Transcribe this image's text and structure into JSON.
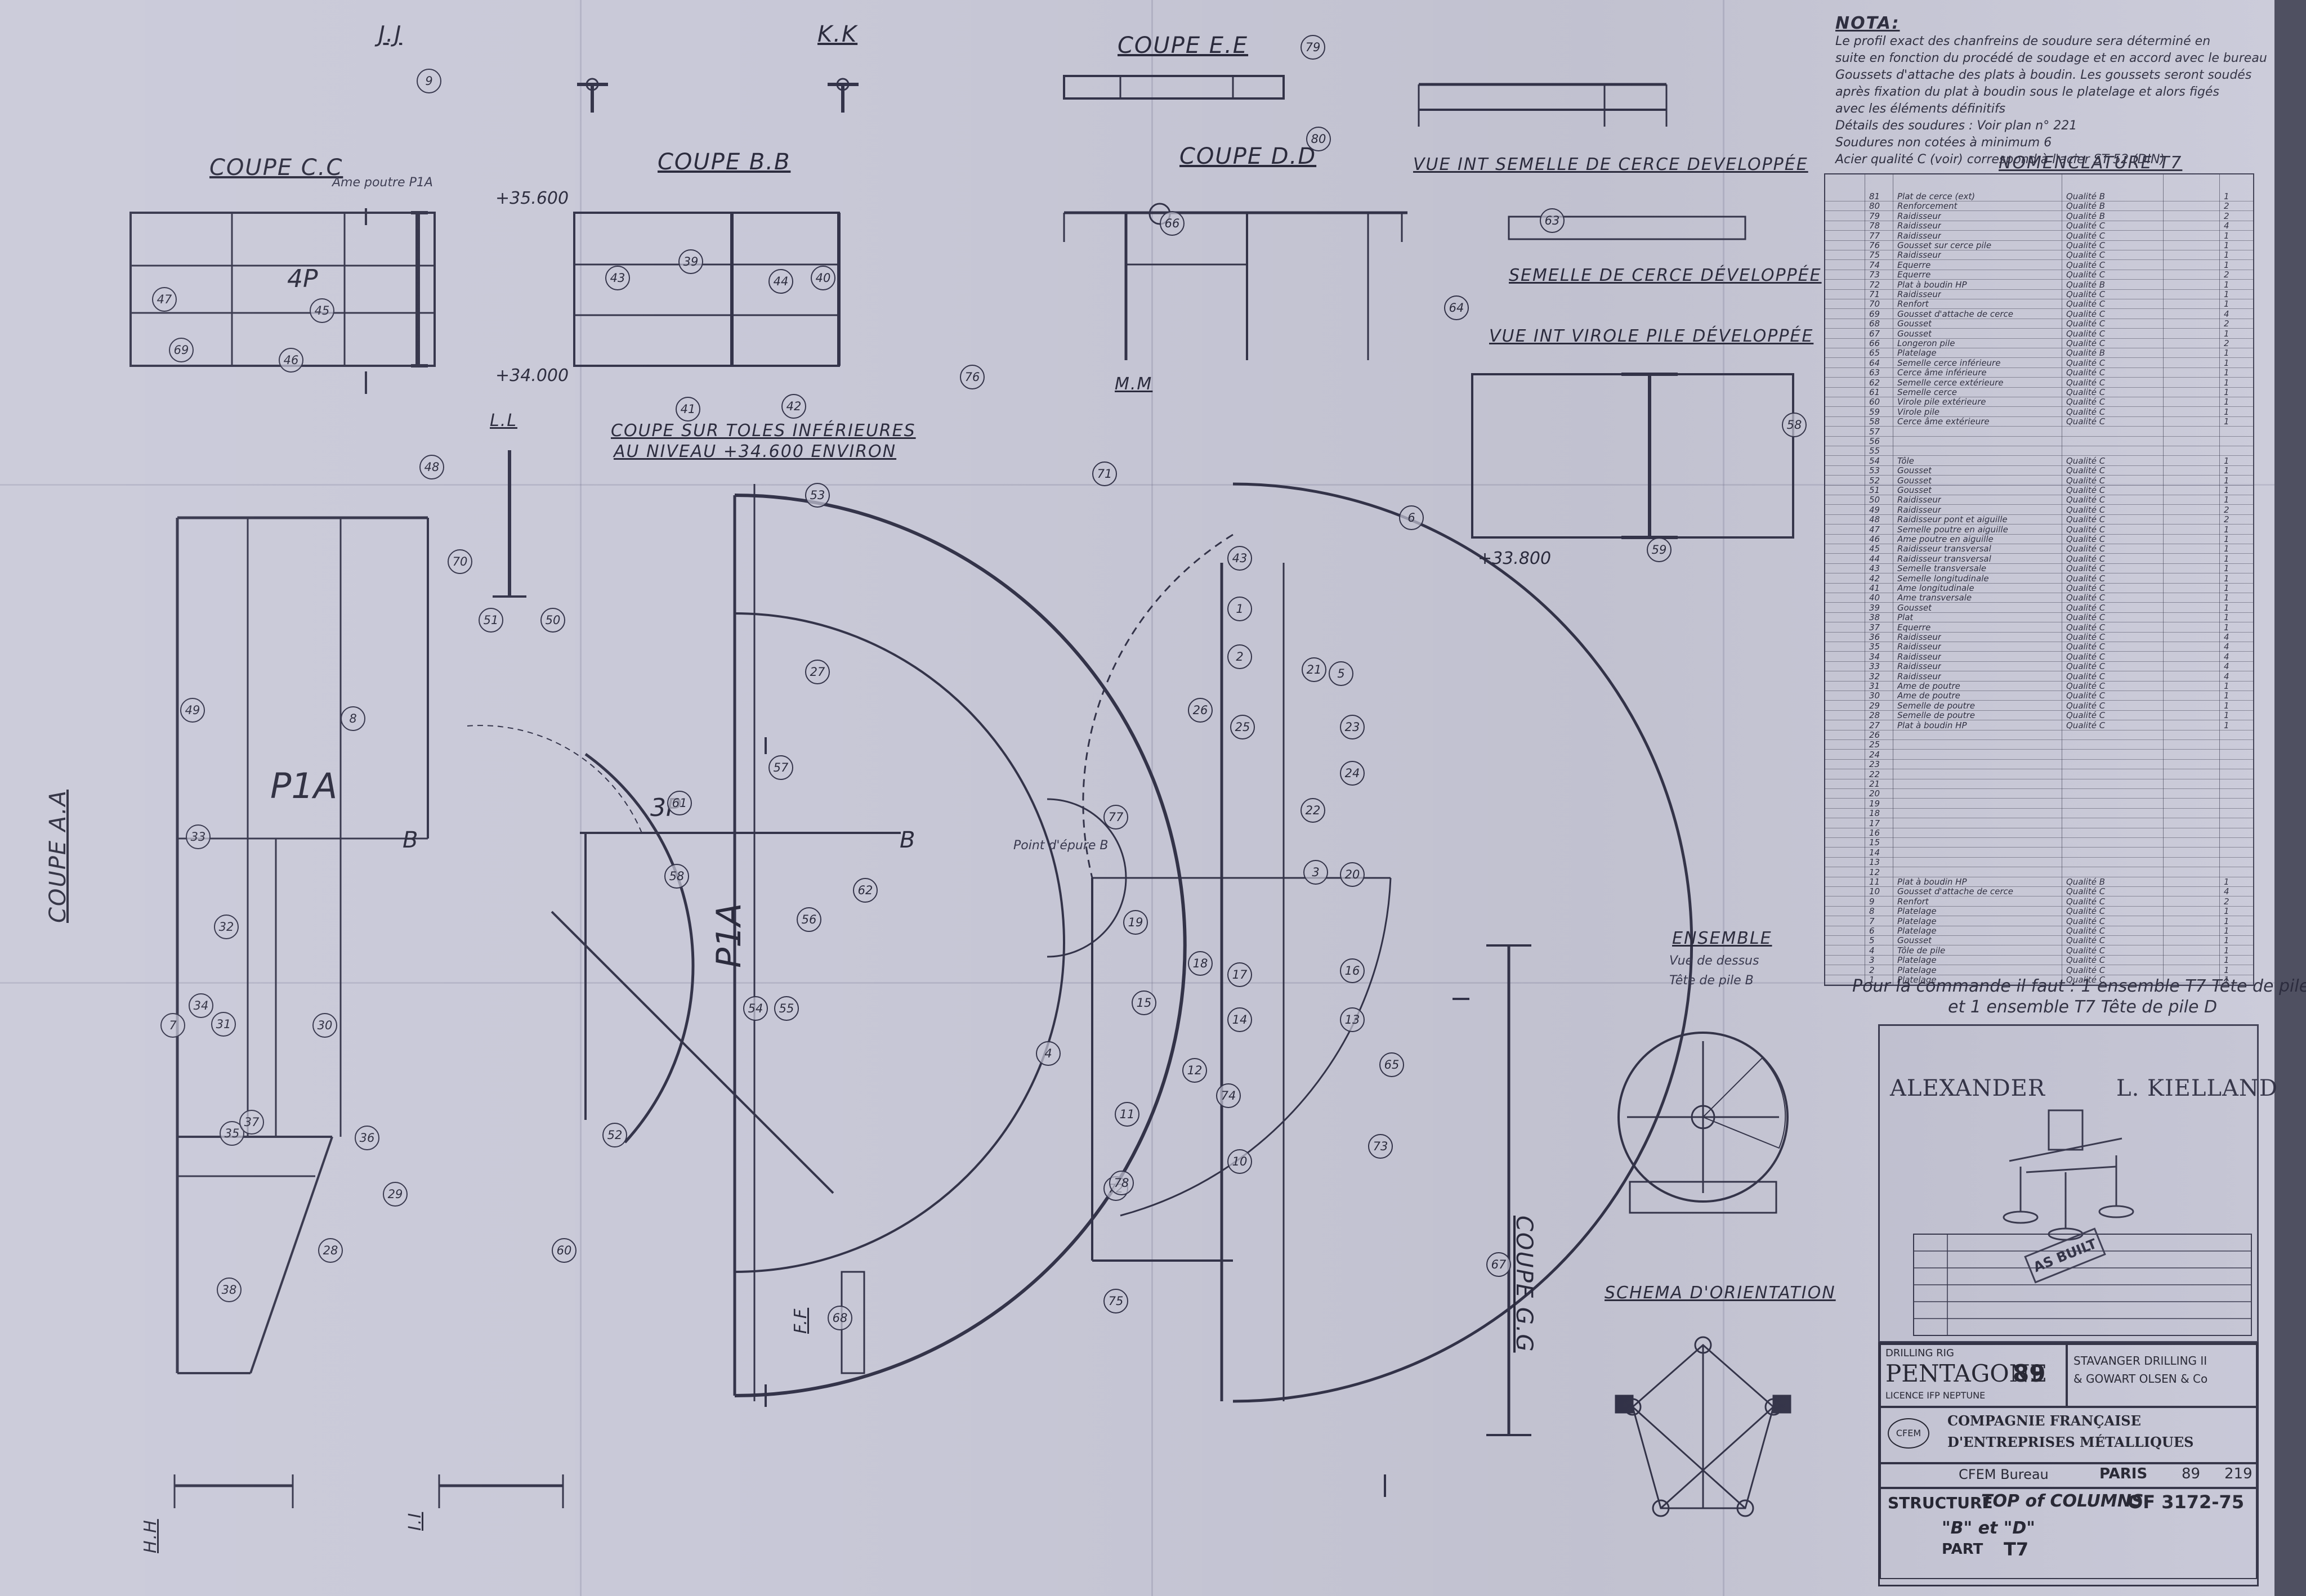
{
  "sections": {
    "jj": "J.J",
    "kk": "K.K",
    "ee": "COUPE E.E",
    "cc": "COUPE C.C",
    "bb": "COUPE B.B",
    "dd": "COUPE D.D",
    "ll": "L.L",
    "mm": "M.M",
    "aa": "COUPE A.A",
    "ff": "F.F",
    "gg": "COUPE G.G",
    "hh": "H.H",
    "ii": "I.I",
    "vue_semelle": "VUE INT SEMELLE DE CERCE DEVELOPPÉE",
    "semelle": "SEMELLE DE CERCE DÉVELOPPÉE",
    "vue_virole": "VUE INT VIROLE PILE DÉVELOPPÉE",
    "coupe_toles_1": "COUPE SUR TOLES INFÉRIEURES",
    "coupe_toles_2": "AU NIVEAU +34.600 ENVIRON",
    "ensemble": "ENSEMBLE",
    "ensemble_sub1": "Vue de dessus",
    "ensemble_sub2": "Tête de pile B",
    "schema": "SCHEMA D'ORIENTATION"
  },
  "annotations": {
    "p1a_main": "P1A",
    "p1a_center": "P1A",
    "part_3p": "3P",
    "part_4p": "4P",
    "point_b": "Point d'épure B",
    "elev_35600": "+35.600",
    "elev_34000": "+34.000",
    "elev_33800": "+33.800",
    "ame_poutre": "Ame poutre P1A",
    "tolerie_b": "B",
    "tolerie_b2": "B"
  },
  "part_numbers": [
    "9",
    "79",
    "80",
    "47",
    "45",
    "46",
    "69",
    "43",
    "39",
    "44",
    "40",
    "41",
    "42",
    "66",
    "63",
    "64",
    "53",
    "59",
    "58",
    "6",
    "70",
    "51",
    "50",
    "48",
    "49",
    "27",
    "57",
    "61",
    "62",
    "56",
    "55",
    "54",
    "52",
    "60",
    "58",
    "43",
    "1",
    "2",
    "21",
    "26",
    "25",
    "23",
    "24",
    "22",
    "3",
    "20",
    "19",
    "18",
    "17",
    "16",
    "15",
    "14",
    "13",
    "12",
    "11",
    "10",
    "72",
    "73",
    "74",
    "8",
    "33",
    "34",
    "35",
    "36",
    "37",
    "38",
    "28",
    "29",
    "30",
    "32",
    "31",
    "5",
    "65",
    "67",
    "68",
    "71",
    "75",
    "76",
    "77",
    "78",
    "4",
    "7"
  ],
  "nota": {
    "heading": "NOTA:",
    "lines": [
      "Le profil exact des chanfreins de soudure sera déterminé en",
      "suite en fonction du procédé de soudage et en accord avec le bureau",
      "Goussets d'attache des plats à boudin. Les goussets seront soudés",
      "après fixation du plat à boudin sous le platelage et alors figés",
      "avec les éléments définitifs",
      "Détails des soudures : Voir plan n° 221",
      "Soudures non cotées à minimum 6",
      "Acier qualité C (voir) correspond à l'acier ST 52 (DIN)"
    ]
  },
  "nomenclature": {
    "title": "NOMENCLATURE T7",
    "rows": [
      [
        "81",
        "Plat de cerce (ext)",
        "Qualité B",
        "1"
      ],
      [
        "80",
        "Renforcement",
        "Qualité B",
        "2"
      ],
      [
        "79",
        "Raidisseur",
        "Qualité B",
        "2"
      ],
      [
        "78",
        "Raidisseur",
        "Qualité C",
        "4"
      ],
      [
        "77",
        "Raidisseur",
        "Qualité C",
        "1"
      ],
      [
        "76",
        "Gousset sur cerce pile",
        "Qualité C",
        "1"
      ],
      [
        "75",
        "Raidisseur",
        "Qualité C",
        "1"
      ],
      [
        "74",
        "Equerre",
        "Qualité C",
        "1"
      ],
      [
        "73",
        "Equerre",
        "Qualité C",
        "2"
      ],
      [
        "72",
        "Plat à boudin HP",
        "Qualité B",
        "1"
      ],
      [
        "71",
        "Raidisseur",
        "Qualité C",
        "1"
      ],
      [
        "70",
        "Renfort",
        "Qualité C",
        "1"
      ],
      [
        "69",
        "Gousset d'attache de cerce",
        "Qualité C",
        "4"
      ],
      [
        "68",
        "Gousset",
        "Qualité C",
        "2"
      ],
      [
        "67",
        "Gousset",
        "Qualité C",
        "1"
      ],
      [
        "66",
        "Longeron pile",
        "Qualité C",
        "2"
      ],
      [
        "65",
        "Platelage",
        "Qualité B",
        "1"
      ],
      [
        "64",
        "Semelle cerce inférieure",
        "Qualité C",
        "1"
      ],
      [
        "63",
        "Cerce âme inférieure",
        "Qualité C",
        "1"
      ],
      [
        "62",
        "Semelle cerce extérieure",
        "Qualité C",
        "1"
      ],
      [
        "61",
        "Semelle cerce",
        "Qualité C",
        "1"
      ],
      [
        "60",
        "Virole pile extérieure",
        "Qualité C",
        "1"
      ],
      [
        "59",
        "Virole pile",
        "Qualité C",
        "1"
      ],
      [
        "58",
        "Cerce âme extérieure",
        "Qualité C",
        "1"
      ],
      [
        "57",
        "",
        "",
        ""
      ],
      [
        "56",
        "",
        "",
        ""
      ],
      [
        "55",
        "",
        "",
        ""
      ],
      [
        "54",
        "Tôle",
        "Qualité C",
        "1"
      ],
      [
        "53",
        "Gousset",
        "Qualité C",
        "1"
      ],
      [
        "52",
        "Gousset",
        "Qualité C",
        "1"
      ],
      [
        "51",
        "Gousset",
        "Qualité C",
        "1"
      ],
      [
        "50",
        "Raidisseur",
        "Qualité C",
        "1"
      ],
      [
        "49",
        "Raidisseur",
        "Qualité C",
        "2"
      ],
      [
        "48",
        "Raidisseur pont et aiguille",
        "Qualité C",
        "2"
      ],
      [
        "47",
        "Semelle poutre en aiguille",
        "Qualité C",
        "1"
      ],
      [
        "46",
        "Ame poutre en aiguille",
        "Qualité C",
        "1"
      ],
      [
        "45",
        "Raidisseur transversal",
        "Qualité C",
        "1"
      ],
      [
        "44",
        "Raidisseur transversal",
        "Qualité C",
        "1"
      ],
      [
        "43",
        "Semelle transversale",
        "Qualité C",
        "1"
      ],
      [
        "42",
        "Semelle longitudinale",
        "Qualité C",
        "1"
      ],
      [
        "41",
        "Ame longitudinale",
        "Qualité C",
        "1"
      ],
      [
        "40",
        "Ame transversale",
        "Qualité C",
        "1"
      ],
      [
        "39",
        "Gousset",
        "Qualité C",
        "1"
      ],
      [
        "38",
        "Plat",
        "Qualité C",
        "1"
      ],
      [
        "37",
        "Equerre",
        "Qualité C",
        "1"
      ],
      [
        "36",
        "Raidisseur",
        "Qualité C",
        "4"
      ],
      [
        "35",
        "Raidisseur",
        "Qualité C",
        "4"
      ],
      [
        "34",
        "Raidisseur",
        "Qualité C",
        "4"
      ],
      [
        "33",
        "Raidisseur",
        "Qualité C",
        "4"
      ],
      [
        "32",
        "Raidisseur",
        "Qualité C",
        "4"
      ],
      [
        "31",
        "Ame de poutre",
        "Qualité C",
        "1"
      ],
      [
        "30",
        "Ame de poutre",
        "Qualité C",
        "1"
      ],
      [
        "29",
        "Semelle de poutre",
        "Qualité C",
        "1"
      ],
      [
        "28",
        "Semelle de poutre",
        "Qualité C",
        "1"
      ],
      [
        "27",
        "Plat à boudin HP",
        "Qualité C",
        "1"
      ],
      [
        "26",
        "",
        "",
        ""
      ],
      [
        "25",
        "",
        "",
        ""
      ],
      [
        "24",
        "",
        "",
        ""
      ],
      [
        "23",
        "",
        "",
        ""
      ],
      [
        "22",
        "",
        "",
        ""
      ],
      [
        "21",
        "",
        "",
        ""
      ],
      [
        "20",
        "",
        "",
        ""
      ],
      [
        "19",
        "",
        "",
        ""
      ],
      [
        "18",
        "",
        "",
        ""
      ],
      [
        "17",
        "",
        "",
        ""
      ],
      [
        "16",
        "",
        "",
        ""
      ],
      [
        "15",
        "",
        "",
        ""
      ],
      [
        "14",
        "",
        "",
        ""
      ],
      [
        "13",
        "",
        "",
        ""
      ],
      [
        "12",
        "",
        "",
        ""
      ],
      [
        "11",
        "Plat à boudin HP",
        "Qualité B",
        "1"
      ],
      [
        "10",
        "Gousset d'attache de cerce",
        "Qualité C",
        "4"
      ],
      [
        "9",
        "Renfort",
        "Qualité C",
        "2"
      ],
      [
        "8",
        "Platelage",
        "Qualité C",
        "1"
      ],
      [
        "7",
        "Platelage",
        "Qualité C",
        "1"
      ],
      [
        "6",
        "Platelage",
        "Qualité C",
        "1"
      ],
      [
        "5",
        "Gousset",
        "Qualité C",
        "1"
      ],
      [
        "4",
        "Tôle de pile",
        "Qualité C",
        "1"
      ],
      [
        "3",
        "Platelage",
        "Qualité C",
        "1"
      ],
      [
        "2",
        "Platelage",
        "Qualité C",
        "1"
      ],
      [
        "1",
        "Platelage",
        "Qualité C",
        "1"
      ]
    ],
    "footer_1": "Pour la commande il faut : 1 ensemble T7 Tête de pile B",
    "footer_2": "et 1 ensemble T7 Tête de pile D"
  },
  "photo_title_left": "ALEXANDER",
  "photo_title_right": "L. KIELLAND",
  "stamp_text": "AS BUILT",
  "title_block": {
    "rig_label": "DRILLING RIG",
    "rig_name": "PENTAGONE",
    "rig_number": "89",
    "rig_sub": "LICENCE IFP NEPTUNE",
    "owner": "STAVANGER DRILLING II",
    "owner2": "& GOWART OLSEN & Co",
    "company_1": "COMPAGNIE FRANÇAISE",
    "company_2": "D'ENTREPRISES MÉTALLIQUES",
    "logo": "CFEM",
    "bureau_label": "CFEM   Bureau",
    "bureau_city": "PARIS",
    "bureau_no": "89",
    "bureau_no2": "219",
    "structure_label": "STRUCTURE",
    "structure_value": "TOP of COLUMNS",
    "drawing_no": "OF 3172-75",
    "bd": "\"B\" et \"D\"",
    "part_label": "PART",
    "part_value": "T7"
  }
}
